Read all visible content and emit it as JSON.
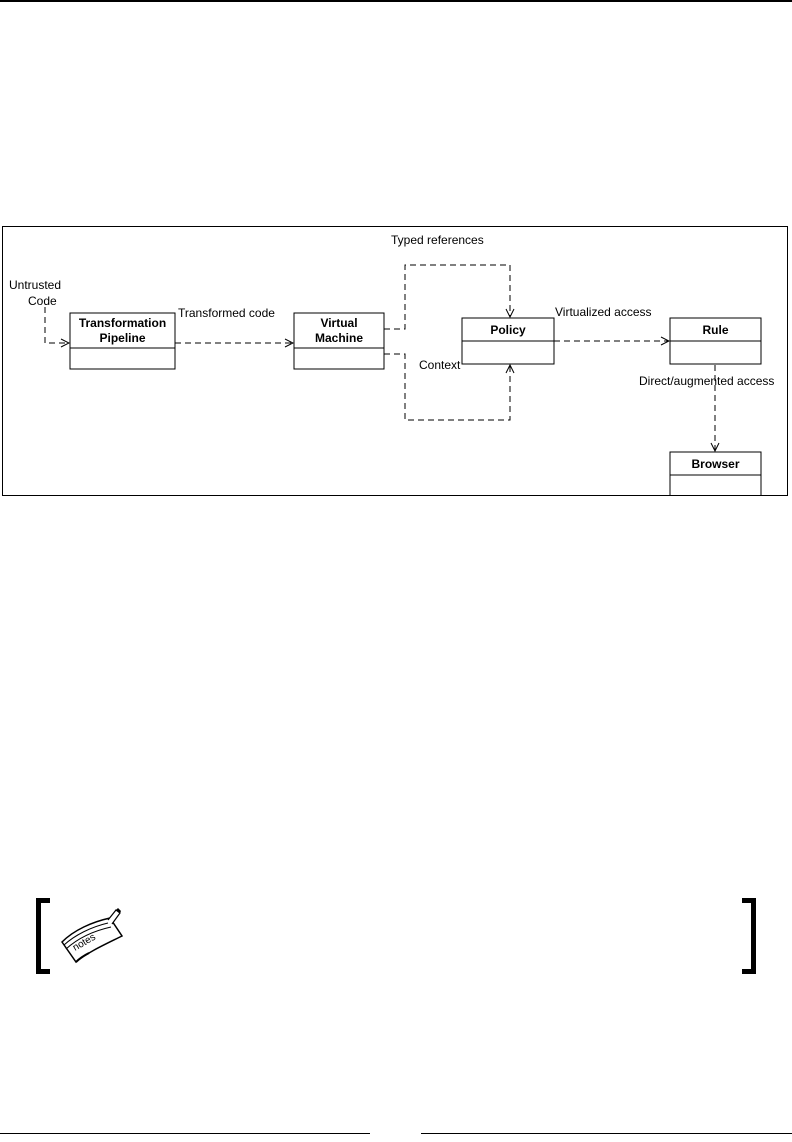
{
  "diagram": {
    "boxes": {
      "transformation_pipeline": {
        "line1": "Transformation",
        "line2": "Pipeline"
      },
      "virtual_machine": {
        "line1": "Virtual",
        "line2": "Machine"
      },
      "policy": {
        "title": "Policy"
      },
      "rule": {
        "title": "Rule"
      },
      "browser": {
        "title": "Browser"
      }
    },
    "labels": {
      "untrusted_line1": "Untrusted",
      "untrusted_line2": "Code",
      "transformed_code": "Transformed code",
      "typed_references": "Typed references",
      "context": "Context",
      "virtualized_access": "Virtualized access",
      "direct_augmented_access": "Direct/augmented access"
    }
  },
  "note": {
    "icon": "notes-icon",
    "icon_text": "notes"
  }
}
